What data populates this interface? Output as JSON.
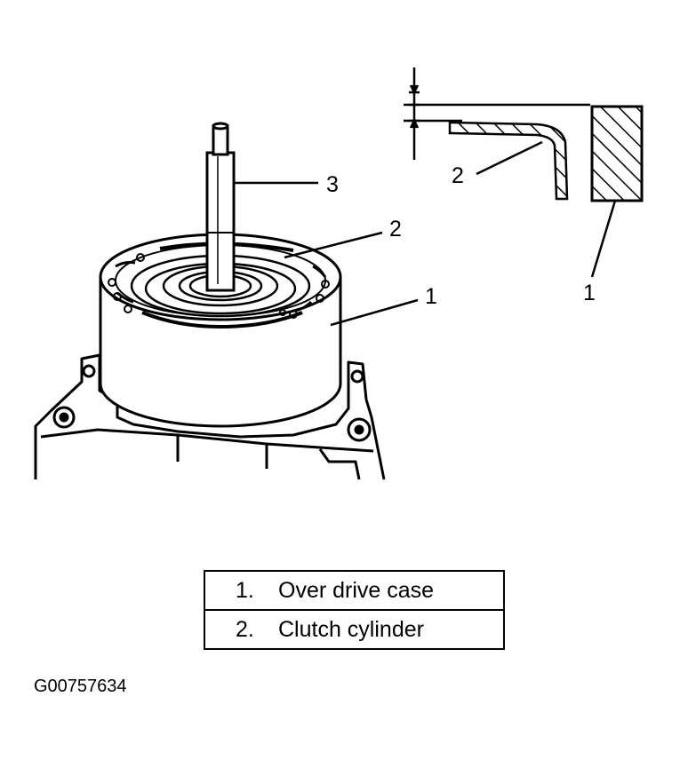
{
  "figure": {
    "code": "G00757634",
    "callouts": {
      "main_shaft": "3",
      "main_cylinder": "2",
      "main_case": "1",
      "detail_cylinder": "2",
      "detail_case": "1"
    }
  },
  "legend": {
    "items": [
      {
        "number": "1.",
        "label": "Over drive case"
      },
      {
        "number": "2.",
        "label": "Clutch cylinder"
      }
    ]
  },
  "colors": {
    "ink": "#000000",
    "background": "#ffffff"
  }
}
